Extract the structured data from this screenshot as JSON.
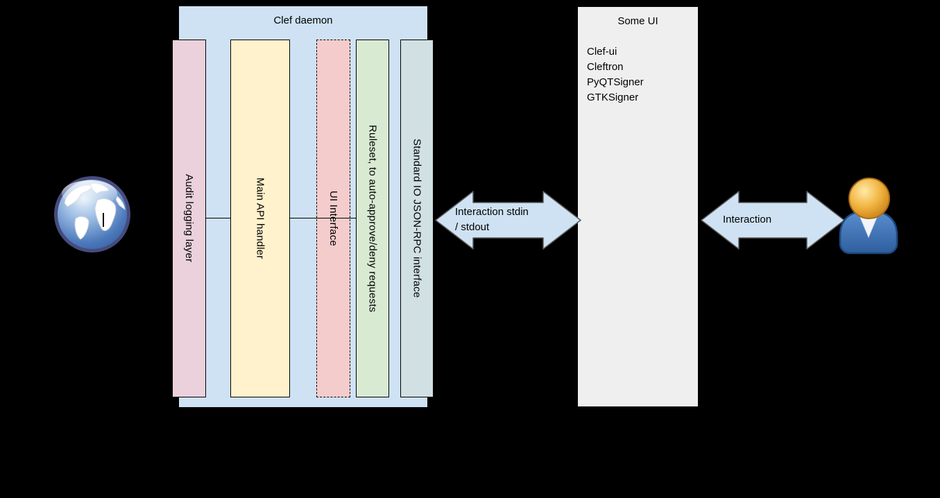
{
  "clef_daemon": {
    "title": "Clef daemon",
    "layers": [
      {
        "id": "audit-logging-layer",
        "label": "Audit logging layer",
        "color": "#ead1dc",
        "border": "solid"
      },
      {
        "id": "main-api-handler",
        "label": "Main API handler",
        "color": "#fff2cc",
        "border": "solid"
      },
      {
        "id": "ui-interface",
        "label": "UI Interface",
        "color": "#f4cccc",
        "border": "dashed"
      },
      {
        "id": "ruleset",
        "label": "Ruleset, to auto-approve/deny requests",
        "color": "#d9ead3",
        "border": "solid"
      },
      {
        "id": "stdio-jsonrpc",
        "label": "Standard IO JSON-RPC interface",
        "color": "#d0e0e3",
        "border": "solid"
      }
    ],
    "container_color": "#cfe2f3"
  },
  "some_ui": {
    "title": "Some UI",
    "items": [
      "Clef-ui",
      "Cleftron",
      "PyQTSigner",
      "GTKSigner"
    ],
    "bg_color": "#efefef"
  },
  "arrows": {
    "stdin_stdout": {
      "label_line1": "Interaction stdin",
      "label_line2": "/ stdout",
      "fill": "#cfe2f3",
      "stroke": "#595959"
    },
    "interaction": {
      "label": "Interaction",
      "fill": "#cfe2f3",
      "stroke": "#595959"
    }
  },
  "icons": {
    "left": "globe-icon",
    "right": "user-icon"
  },
  "colors": {
    "background": "#000000",
    "line": "#000000",
    "text": "#000000"
  }
}
